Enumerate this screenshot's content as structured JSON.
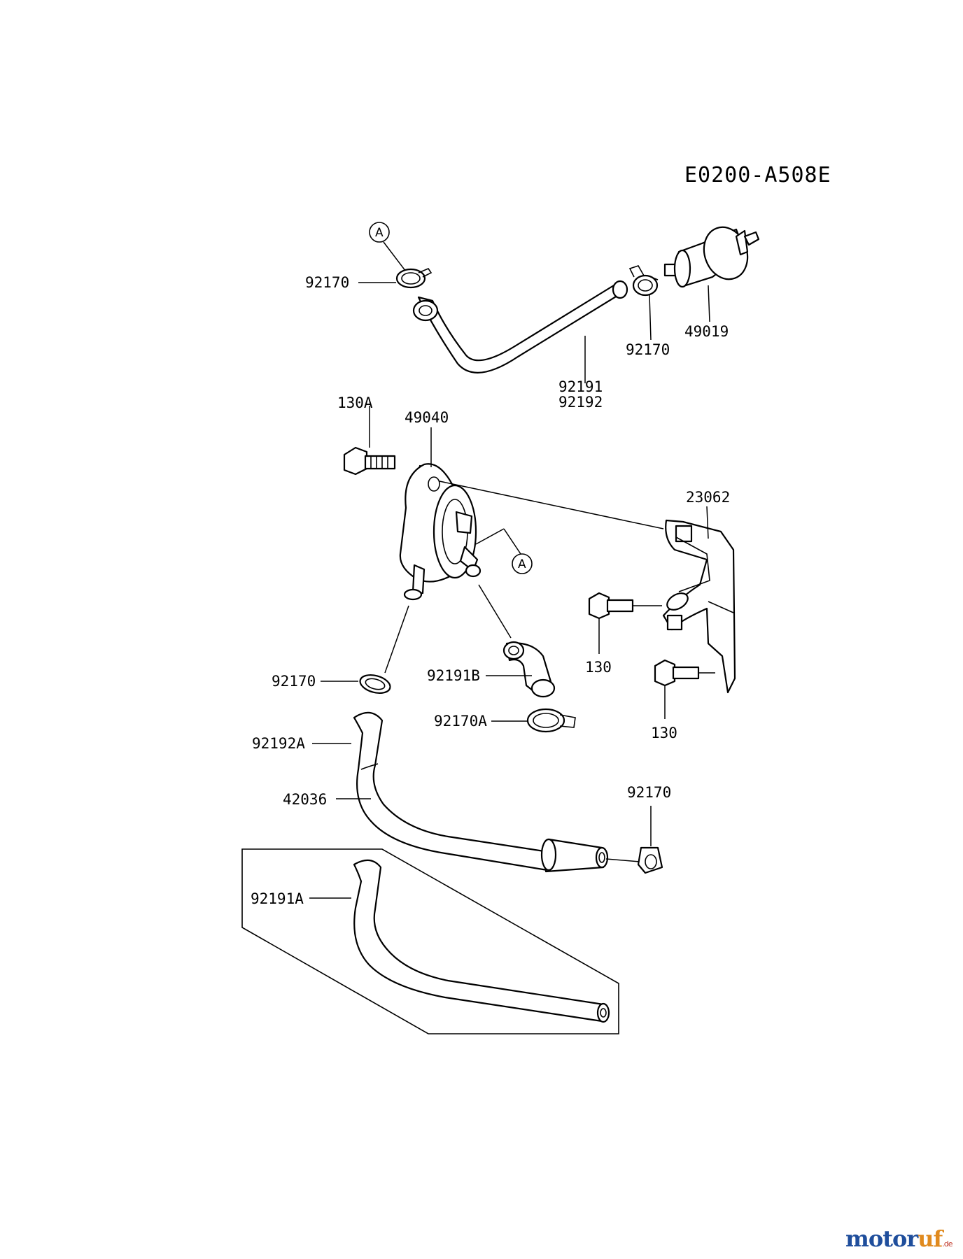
{
  "diagram_code": "E0200-A508E",
  "callouts": {
    "clip_top_left": "92170",
    "clip_top_right": "92170",
    "filter": "49019",
    "hose_top_a": "92191",
    "hose_top_b": "92192",
    "bolt_pump": "130A",
    "pump": "49040",
    "bracket": "23062",
    "bolt_upper": "130",
    "bolt_lower": "130",
    "clip_pump_outlet": "92170",
    "hose_pump_short": "92191B",
    "clip_small": "92170A",
    "hose_joint": "92192A",
    "tube_long": "42036",
    "clip_tube_end": "92170",
    "hose_alt": "92191A"
  },
  "ref_markers": {
    "top": "A",
    "pump": "A"
  },
  "watermark": {
    "prefix": "motor",
    "suffix": "uf",
    "tld": ".de"
  },
  "colors": {
    "line": "#000000",
    "wm_blue": "#1f4e9c",
    "wm_red": "#c0392b",
    "wm_orange": "#e08a1e"
  }
}
